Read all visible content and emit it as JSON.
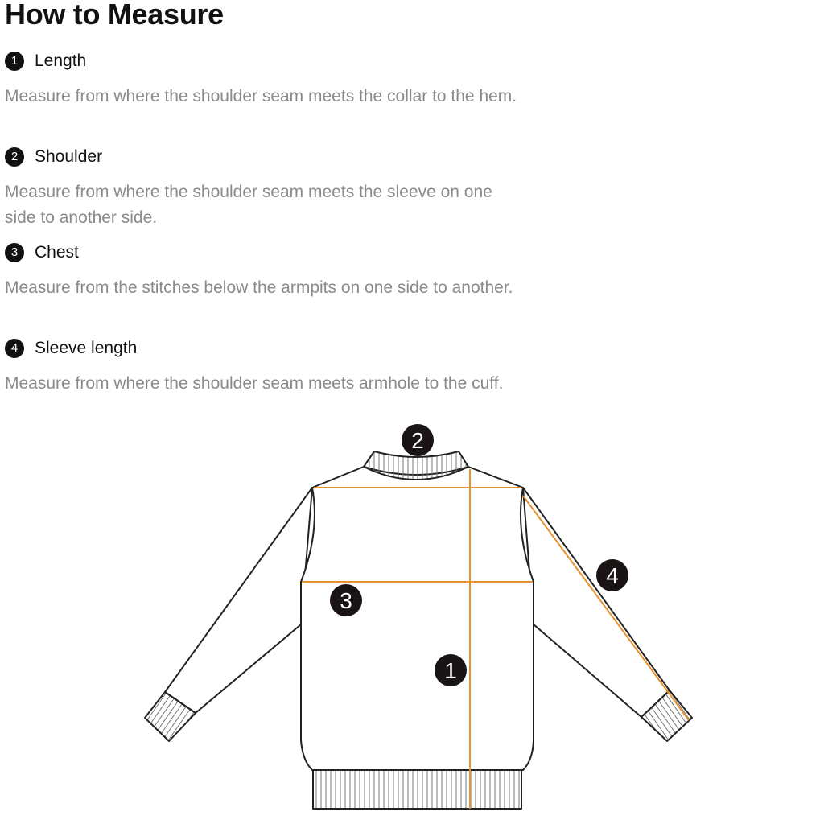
{
  "page": {
    "title": "How to Measure"
  },
  "sections": [
    {
      "number": "1",
      "label": "Length",
      "description": "Measure from where the shoulder seam meets the collar to the hem."
    },
    {
      "number": "2",
      "label": "Shoulder",
      "description": "Measure from where the shoulder seam meets the sleeve on one side to another side."
    },
    {
      "number": "3",
      "label": "Chest",
      "description": "Measure from the stitches below the armpits on one side to another."
    },
    {
      "number": "4",
      "label": "Sleeve length",
      "description": "Measure from where the shoulder seam meets armhole to the cuff."
    }
  ],
  "diagram": {
    "subject": "sweater-back-view",
    "measure_line_color": "#e8922e",
    "outline_color": "#222222",
    "markers": [
      {
        "number": "1",
        "meaning": "Length"
      },
      {
        "number": "2",
        "meaning": "Shoulder"
      },
      {
        "number": "3",
        "meaning": "Chest"
      },
      {
        "number": "4",
        "meaning": "Sleeve length"
      }
    ]
  }
}
